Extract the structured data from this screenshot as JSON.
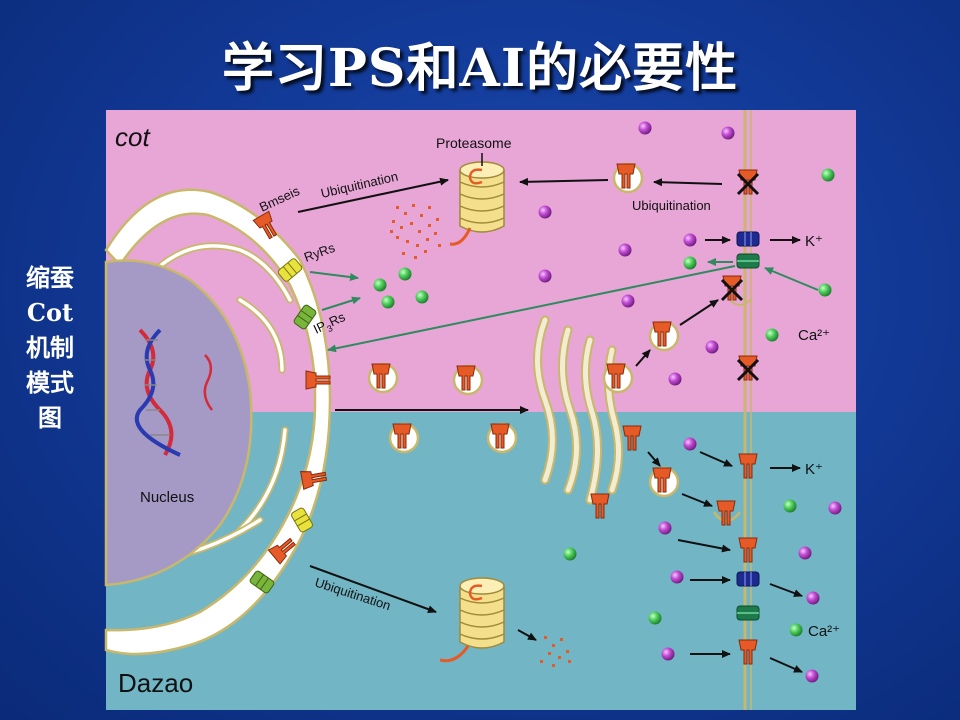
{
  "slide": {
    "title": "学习PS和AI的必要性",
    "side_caption": "缩蚕Cot机制模式图"
  },
  "diagram": {
    "region_top": "cot",
    "region_bottom": "Dazao",
    "nucleus": "Nucleus",
    "proteasome": "Proteasome",
    "ubiquitination_top_left": "Ubiquitination",
    "ubiquitination_top_right": "Ubiquitination",
    "ubiquitination_bottom": "Ubiquitination",
    "bmseis": "Bmseis",
    "ryrs": "RyRs",
    "ip3rs_prefix": "IP",
    "ip3rs_sub": "3",
    "ip3rs_suffix": "Rs",
    "k_top": "K⁺",
    "k_bottom": "K⁺",
    "ca_top": "Ca²⁺",
    "ca_bottom": "Ca²⁺"
  },
  "colors": {
    "top_region": "#e7a6d6",
    "bottom_region": "#72b6c6",
    "nucleus": "#a59ac6",
    "channel_orange": "#e55a26",
    "channel_navy": "#1d2a8f",
    "channel_green": "#1d7a4a",
    "proteasome": "#f3df8c",
    "calcium_green": "#4fce5c",
    "ion_purple": "#c24ad3"
  }
}
